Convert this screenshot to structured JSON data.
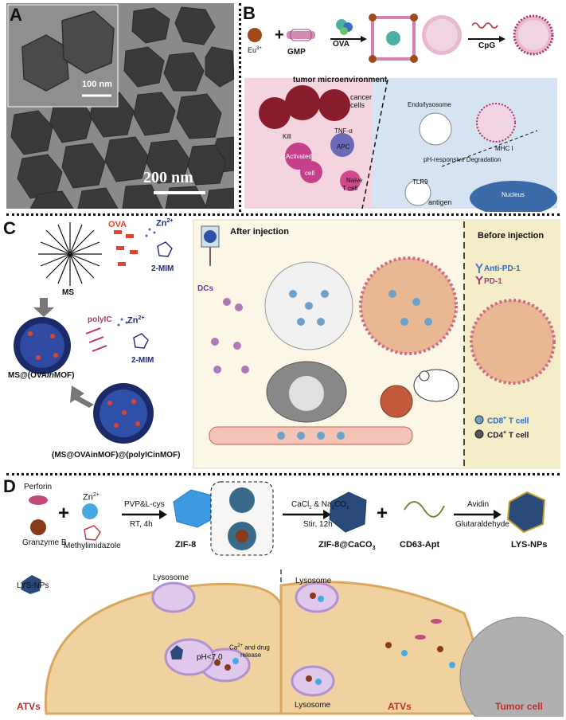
{
  "panel_letters": {
    "a": "A",
    "b": "B",
    "c": "C",
    "d": "D"
  },
  "panel_a": {
    "inset_scale": "100 nm",
    "main_scale": "200 nm"
  },
  "panel_b": {
    "eu": "Eu",
    "eu_sup": "3+",
    "gmp": "GMP",
    "ova": "OVA",
    "cpg": "CpG",
    "tumor_title": "tumor microenvironment",
    "cancer": "cancer",
    "cells": "cells",
    "kill": "Kill",
    "tnf": "TNF-α",
    "apc": "APC",
    "activated": "Activated",
    "activated_cell": "cell",
    "naive": "Naive",
    "naive_tcell": "T cell",
    "endolysosome": "Endo/lysosome",
    "ph_deg": "pH-responsive Degradation",
    "mhc": "MHC I",
    "tlr9": "TLR9",
    "antigen": "antigen",
    "nucleus": "Nucleus"
  },
  "panel_c": {
    "ova": "OVA",
    "zn": "Zn",
    "zn_sup": "2+",
    "ms": "MS",
    "two_mim_1": "2-MIM",
    "polyic": "polyIC",
    "zn2": "Zn",
    "zn2_sup": "2+",
    "two_mim_2": "2-MIM",
    "ms_ova": "MS@(OVA",
    "ms_ova_in": "in",
    "ms_ova_end": "MOF)",
    "final_label": "(MS@OVAinMOF)@(polyICinMOF)",
    "after_injection": "After injection",
    "before_injection": "Before injection",
    "dcs": "DCs",
    "anti_pd1": "Anti-PD-1",
    "pd1": "PD-1",
    "cd8": "CD8",
    "cd8_sup": "+",
    "cd8_end": " T cell",
    "cd4": "CD4",
    "cd4_sup": "+",
    "cd4_end": " T cell"
  },
  "panel_d": {
    "perforin": "Perforin",
    "granzyme": "Granzyme B",
    "zn": "Zn",
    "zn_sup": "2+",
    "methylimidazole": "Methylimidazole",
    "pvp": "PVP&L-cys",
    "rt": "RT, 4h",
    "zif8": "ZIF-8",
    "cacl": "CaCl",
    "cacl_sub": "2",
    "cacl_mid": " & Na",
    "na_sub": "2",
    "cacl_end": "CO",
    "co_sub": "3",
    "stir": "Stir, 12h",
    "zif_caco": "ZIF-8@CaCO",
    "zif_caco_sub": "3",
    "cd63": "CD63-Apt",
    "avidin": "Avidin",
    "glutar": "Glutaraldehyde",
    "lys_nps": "LYS-NPs",
    "lysosome_1": "Lysosome",
    "lys_nps_2": "LYS-NPs",
    "ph": "pH<7.0",
    "ca_release_1": "Ca",
    "ca_sup": "2+",
    "ca_release_2": " and drug",
    "ca_release_3": "release",
    "atvs_1": "ATVs",
    "lysosome_2": "Lysosome",
    "lysosome_3": "Lysosome",
    "atvs_2": "ATVs",
    "tumor_cell": "Tumor cell"
  }
}
